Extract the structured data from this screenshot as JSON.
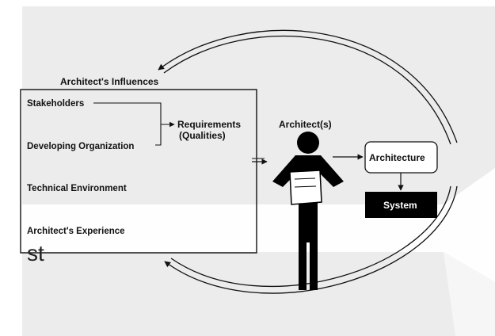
{
  "diagram": {
    "influences_title": "Architect's Influences",
    "influences": {
      "stakeholders": "Stakeholders",
      "developing_org": "Developing Organization",
      "technical_env": "Technical Environment",
      "experience": "Architect's Experience"
    },
    "requirements_line1": "Requirements",
    "requirements_line2": "(Qualities)",
    "architect_label": "Architect(s)",
    "architecture_label": "Architecture",
    "system_label": "System"
  },
  "slide_fragment": "st",
  "colors": {
    "slide_background": "#ececec",
    "line": "#111111",
    "system_box": "#000000",
    "system_text": "#ffffff"
  }
}
